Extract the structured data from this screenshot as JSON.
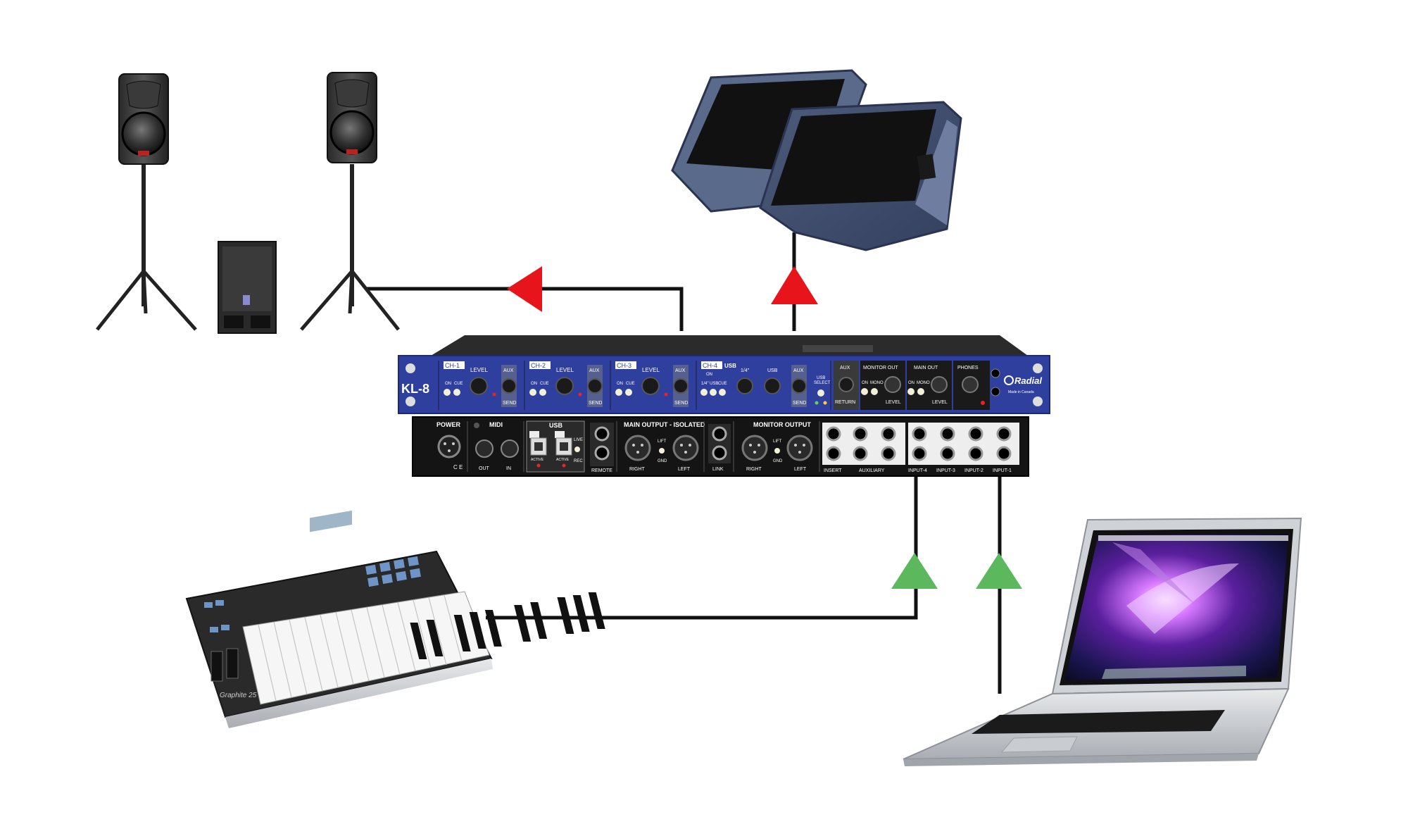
{
  "front_panel": {
    "model": "KL-8",
    "brand": "Radial",
    "brand_sub": "Made in Canada",
    "channels": [
      {
        "tag": "CH-1",
        "level": "LEVEL",
        "aux": "AUX",
        "send": "SEND",
        "on": "ON",
        "cue": "CUE"
      },
      {
        "tag": "CH-2",
        "level": "LEVEL",
        "aux": "AUX",
        "send": "SEND",
        "on": "ON",
        "cue": "CUE"
      },
      {
        "tag": "CH-3",
        "level": "LEVEL",
        "aux": "AUX",
        "send": "SEND",
        "on": "ON",
        "cue": "CUE"
      },
      {
        "tag": "CH-4",
        "level": "USB",
        "aux": "AUX",
        "send": "SEND",
        "on": "ON",
        "cue": "CUE"
      }
    ],
    "ch4_usb": "USB",
    "ch4_quarter": "1/4\"",
    "ch4_on": "ON",
    "ch4_sel_quarter": "1/4\"",
    "ch4_sel_usb": "USB",
    "usb_select": [
      "USB",
      "SELECT"
    ],
    "aux_return": [
      "AUX",
      "RETURN"
    ],
    "monitor_out": {
      "title": "MONITOR OUT",
      "on": "ON",
      "mono": "MONO",
      "level": "LEVEL"
    },
    "main_out": {
      "title": "MAIN OUT",
      "on": "ON",
      "mono": "MONO",
      "level": "LEVEL"
    },
    "phones": "PHONES"
  },
  "rear_panel": {
    "power": "POWER",
    "midi": {
      "title": "MIDI",
      "out": "OUT",
      "in": "IN"
    },
    "usb": {
      "title": "USB",
      "active_a": "ACTIVE",
      "active_b": "ACTIVE",
      "live": "LIVE",
      "rec": "REC"
    },
    "remote": "REMOTE",
    "main_output": {
      "title": "MAIN OUTPUT - ISOLATED",
      "right": "RIGHT",
      "left": "LEFT",
      "lift": "LIFT",
      "gnd": "GND"
    },
    "link": "LINK",
    "monitor_output": {
      "title": "MONITOR OUTPUT",
      "right": "RIGHT",
      "left": "LEFT",
      "lift": "LIFT",
      "gnd": "GND"
    },
    "insert": "INSERT",
    "auxiliary": "AUXILIARY",
    "inputs": [
      "INPUT-4",
      "INPUT-3",
      "INPUT-2",
      "INPUT-1"
    ]
  },
  "keyboard_brand": "Graphite 25",
  "colors": {
    "output_arrow": "#e8141b",
    "input_arrow": "#5cb85c",
    "cable": "#111111",
    "front_panel": "#2f3f9e",
    "rear_panel": "#141414"
  }
}
